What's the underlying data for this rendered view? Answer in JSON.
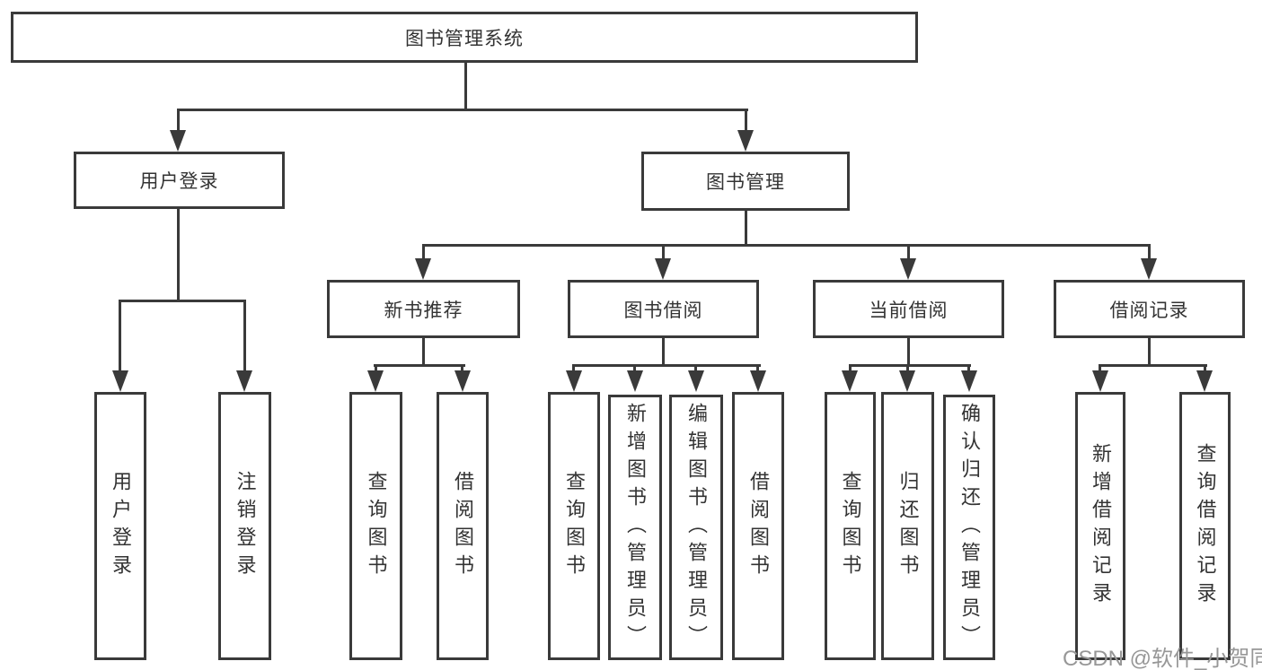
{
  "diagram": {
    "root": {
      "label": "图书管理系统"
    },
    "branches": [
      {
        "label": "用户登录",
        "children": [
          {
            "label": "用户登录"
          },
          {
            "label": "注销登录"
          }
        ]
      },
      {
        "label": "图书管理",
        "children": [
          {
            "label": "新书推荐",
            "children": [
              {
                "label": "查询图书"
              },
              {
                "label": "借阅图书"
              }
            ]
          },
          {
            "label": "图书借阅",
            "children": [
              {
                "label": "查询图书"
              },
              {
                "label": "新增图书（管理员）"
              },
              {
                "label": "编辑图书（管理员）"
              },
              {
                "label": "借阅图书"
              }
            ]
          },
          {
            "label": "当前借阅",
            "children": [
              {
                "label": "查询图书"
              },
              {
                "label": "归还图书"
              },
              {
                "label": "确认归还（管理员）"
              }
            ]
          },
          {
            "label": "借阅记录",
            "children": [
              {
                "label": "新增借阅记录"
              },
              {
                "label": "查询借阅记录"
              }
            ]
          }
        ]
      }
    ]
  },
  "watermark": {
    "text": "CSDN @软件_小贺同学"
  },
  "colors": {
    "line": "#3a3a3a",
    "text": "#333333",
    "background": "#ffffff",
    "watermark": "#979797"
  }
}
